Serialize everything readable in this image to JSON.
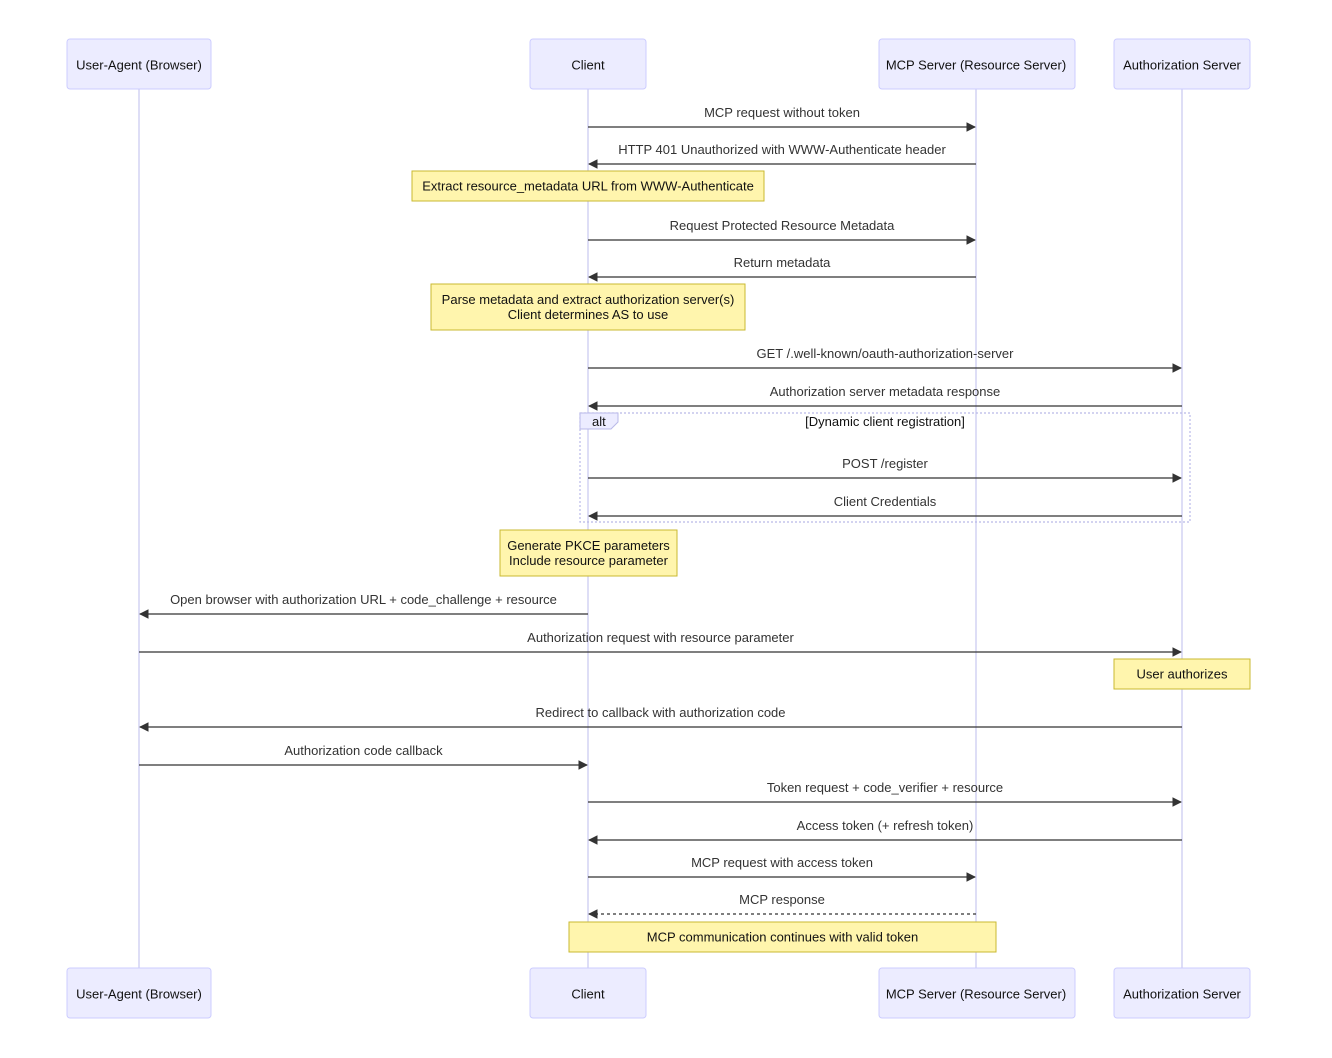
{
  "participants": [
    {
      "id": "ua",
      "label": "User-Agent (Browser)"
    },
    {
      "id": "client",
      "label": "Client"
    },
    {
      "id": "mcp",
      "label": "MCP Server (Resource Server)"
    },
    {
      "id": "as",
      "label": "Authorization Server"
    }
  ],
  "colors": {
    "actor_fill": "#ECECFF",
    "actor_stroke": "#CCCCFF",
    "note_fill": "#FFF5AD",
    "note_stroke": "#C9B931",
    "line": "#333333"
  },
  "steps": [
    {
      "kind": "message",
      "from": "client",
      "to": "mcp",
      "text": "MCP request without token"
    },
    {
      "kind": "message",
      "from": "mcp",
      "to": "client",
      "text": "HTTP 401 Unauthorized with WWW-Authenticate header"
    },
    {
      "kind": "note",
      "over": [
        "client"
      ],
      "lines": [
        "Extract resource_metadata URL from WWW-Authenticate"
      ]
    },
    {
      "kind": "message",
      "from": "client",
      "to": "mcp",
      "text": "Request Protected Resource Metadata"
    },
    {
      "kind": "message",
      "from": "mcp",
      "to": "client",
      "text": "Return metadata"
    },
    {
      "kind": "note",
      "over": [
        "client"
      ],
      "lines": [
        "Parse metadata and extract authorization server(s)",
        "Client determines AS to use"
      ]
    },
    {
      "kind": "message",
      "from": "client",
      "to": "as",
      "text": "GET /.well-known/oauth-authorization-server"
    },
    {
      "kind": "message",
      "from": "as",
      "to": "client",
      "text": "Authorization server metadata response"
    },
    {
      "kind": "frame",
      "keyword": "alt",
      "condition": "[Dynamic client registration]"
    },
    {
      "kind": "message",
      "from": "client",
      "to": "as",
      "text": "POST /register"
    },
    {
      "kind": "message",
      "from": "as",
      "to": "client",
      "text": "Client Credentials"
    },
    {
      "kind": "note",
      "over": [
        "client"
      ],
      "lines": [
        "Generate PKCE parameters",
        "Include resource parameter"
      ]
    },
    {
      "kind": "message",
      "from": "client",
      "to": "ua",
      "text": "Open browser with authorization URL + code_challenge + resource"
    },
    {
      "kind": "message",
      "from": "ua",
      "to": "as",
      "text": "Authorization request with resource parameter"
    },
    {
      "kind": "note",
      "over": [
        "as"
      ],
      "lines": [
        "User authorizes"
      ]
    },
    {
      "kind": "message",
      "from": "as",
      "to": "ua",
      "text": "Redirect to callback with authorization code"
    },
    {
      "kind": "message",
      "from": "ua",
      "to": "client",
      "text": "Authorization code callback"
    },
    {
      "kind": "message",
      "from": "client",
      "to": "as",
      "text": "Token request + code_verifier + resource"
    },
    {
      "kind": "message",
      "from": "as",
      "to": "client",
      "text": "Access token (+ refresh token)"
    },
    {
      "kind": "message",
      "from": "client",
      "to": "mcp",
      "text": "MCP request with access token"
    },
    {
      "kind": "message",
      "from": "mcp",
      "to": "client",
      "text": "MCP response",
      "dotted": true
    },
    {
      "kind": "note",
      "over": [
        "client",
        "mcp"
      ],
      "lines": [
        "MCP communication continues with valid token"
      ]
    }
  ]
}
